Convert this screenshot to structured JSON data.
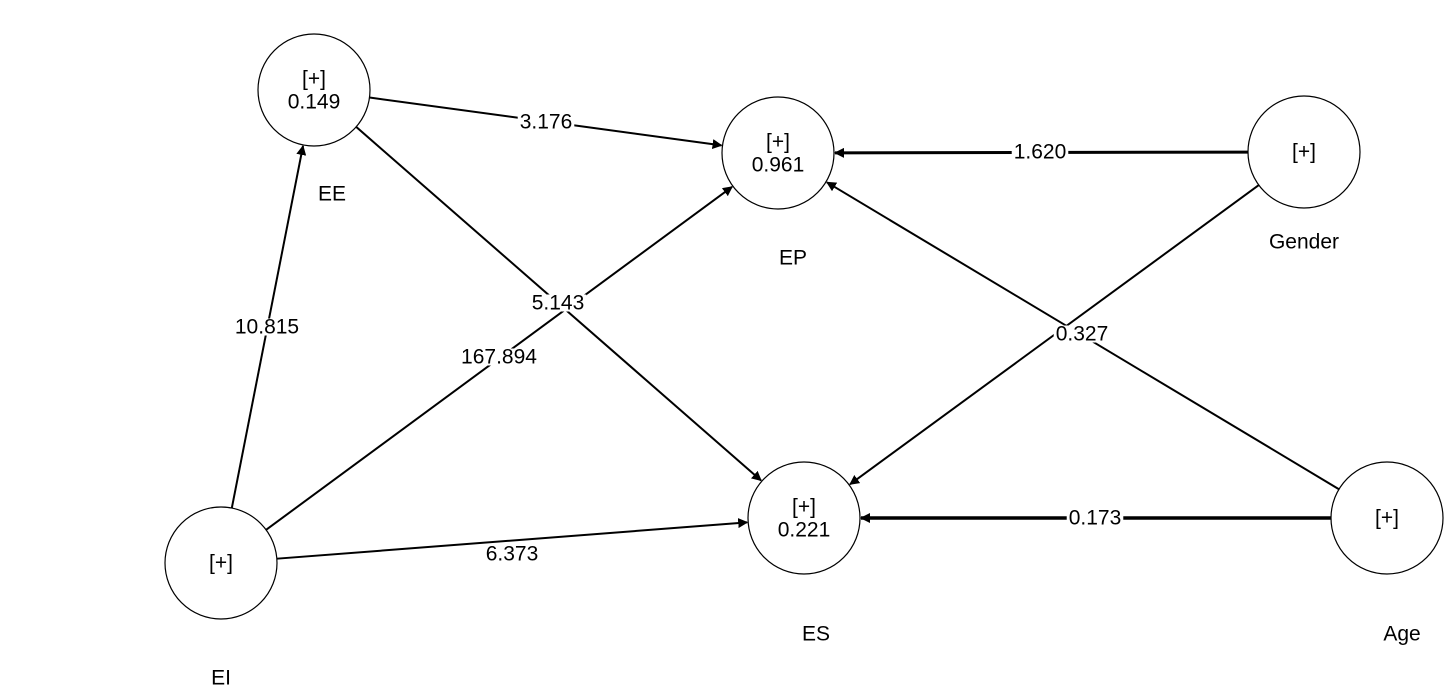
{
  "nodes": {
    "EE": {
      "name": "EE",
      "marker": "[+]",
      "value": "0.149"
    },
    "EP": {
      "name": "EP",
      "marker": "[+]",
      "value": "0.961"
    },
    "ES": {
      "name": "ES",
      "marker": "[+]",
      "value": "0.221"
    },
    "EI": {
      "name": "EI",
      "marker": "[+]",
      "value": ""
    },
    "Gender": {
      "name": "Gender",
      "marker": "[+]",
      "value": ""
    },
    "Age": {
      "name": "Age",
      "marker": "[+]",
      "value": ""
    }
  },
  "edges": [
    {
      "from": "EI",
      "to": "EE",
      "value": "10.815"
    },
    {
      "from": "EE",
      "to": "EP",
      "value": "3.176"
    },
    {
      "from": "EE",
      "to": "ES",
      "value": "5.143"
    },
    {
      "from": "EI",
      "to": "EP",
      "value": "167.894"
    },
    {
      "from": "EI",
      "to": "ES",
      "value": "6.373"
    },
    {
      "from": "Gender",
      "to": "EP",
      "value": "1.620"
    },
    {
      "from": "Gender",
      "to": "ES",
      "value": ""
    },
    {
      "from": "Age",
      "to": "EP",
      "value": "0.327"
    },
    {
      "from": "Age",
      "to": "ES",
      "value": "0.173"
    }
  ]
}
